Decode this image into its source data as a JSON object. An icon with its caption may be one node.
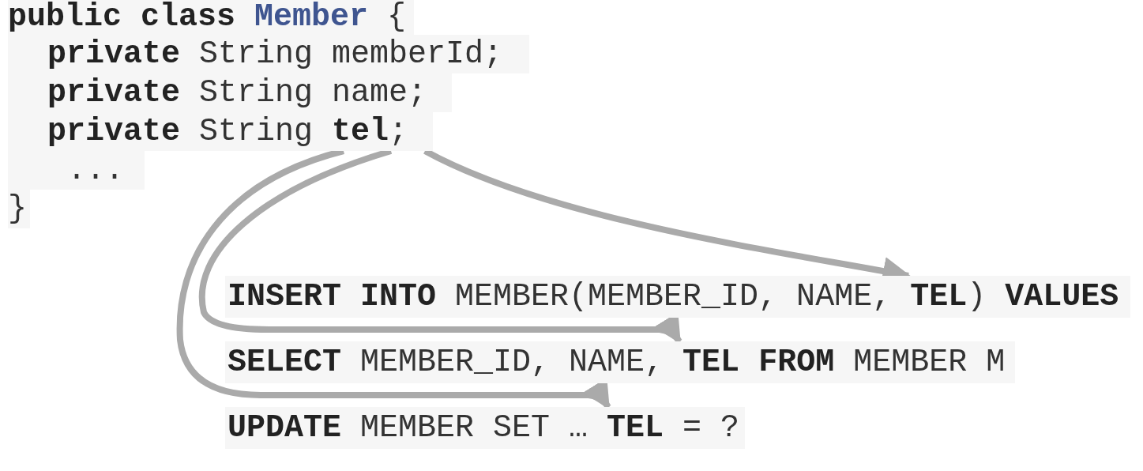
{
  "diagram": {
    "nodes": [
      {
        "text": [
          "**public class** **Member** {"
        ]
      },
      {
        "text": [
          "**private** String memberId;"
        ]
      },
      {
        "text": [
          "**private** String name;"
        ]
      },
      {
        "text": [
          "**private** String **tel**;"
        ]
      },
      {
        "text": [
          "..."
        ]
      },
      {
        "text": [
          "}"
        ]
      },
      {
        "text": [
          "**INSERT INTO** MEMBER(MEMBER_ID, NAME, **TEL**) **VALUES**"
        ]
      },
      {
        "text": [
          "**SELECT** MEMBER_ID, NAME, **TEL FROM** MEMBER M"
        ]
      },
      {
        "text": [
          "**UPDATE** MEMBER SET … **TEL** = ?"
        ]
      }
    ],
    "edges": [
      {
        "from": 3,
        "to": 6,
        "arrow": "to"
      },
      {
        "from": 3,
        "to": 7,
        "arrow": "to"
      },
      {
        "from": 3,
        "to": 8,
        "arrow": "to"
      }
    ]
  }
}
